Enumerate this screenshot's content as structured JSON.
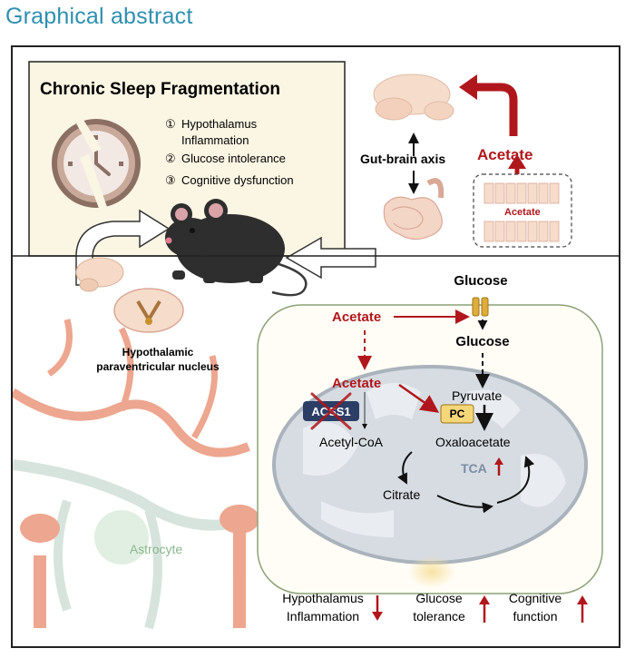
{
  "header": {
    "title": "Graphical abstract"
  },
  "top_panel": {
    "title": "Chronic Sleep Fragmentation",
    "symptoms": [
      {
        "num": "①",
        "lines": [
          "Hypothalamus",
          "Inflammation"
        ]
      },
      {
        "num": "②",
        "lines": [
          "Glucose intolerance"
        ]
      },
      {
        "num": "③",
        "lines": [
          "Cognitive dysfunction"
        ]
      }
    ]
  },
  "gut_brain": {
    "axis_label": "Gut-brain axis",
    "acetate_label": "Acetate",
    "inset_label": "Acetate"
  },
  "brain_region": {
    "lines": [
      "Hypothalamic",
      "paraventricular nucleus"
    ]
  },
  "cell": {
    "label": "Astrocyte"
  },
  "metabolism": {
    "glucose_outside": "Glucose",
    "glucose_inside": "Glucose",
    "acetate_outer": "Acetate",
    "acetate_inner": "Acetate",
    "pyruvate": "Pyruvate",
    "enzyme_pc": "PC",
    "enzyme_acss1": "ACSS1",
    "acetyl_coa": "Acetyl-CoA",
    "oxaloacetate": "Oxaloacetate",
    "tca": "TCA",
    "citrate": "Citrate"
  },
  "outcomes": [
    {
      "lines": [
        "Hypothalamus",
        "Inflammation"
      ],
      "direction": "down"
    },
    {
      "lines": [
        "Glucose",
        "tolerance"
      ],
      "direction": "up"
    },
    {
      "lines": [
        "Cognitive",
        "function"
      ],
      "direction": "up"
    }
  ],
  "colors": {
    "accent_red": "#b0171c",
    "title_blue": "#2f8fb0",
    "enzyme_yellow": "#f5d77a",
    "acss1_navy": "#2c3e66",
    "panel_cream": "#fbf5e3"
  }
}
